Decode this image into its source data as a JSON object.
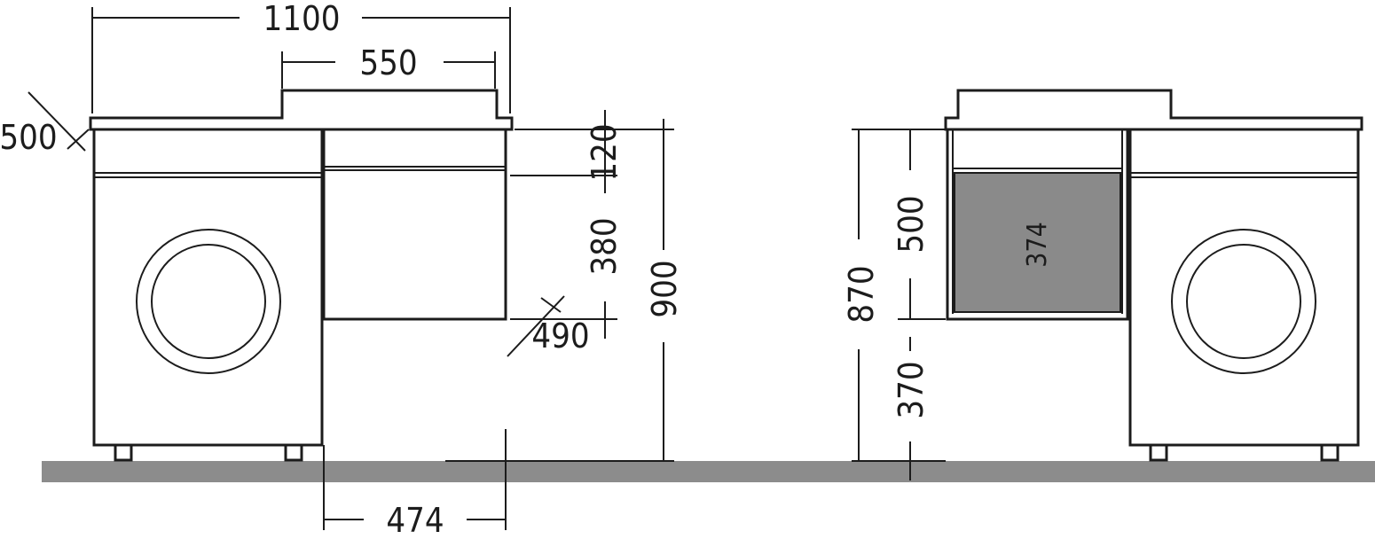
{
  "dimensions": {
    "left": {
      "width_total": "1100",
      "width_top": "550",
      "depth_top": "500",
      "h_drawer": "120",
      "h_cabinet": "380",
      "h_total": "900",
      "depth_cabinet": "490",
      "width_cabinet": "474"
    },
    "right": {
      "h_cabinet": "500",
      "h_to_cabinet_bottom": "870",
      "h_floor_gap": "370",
      "inner_width": "374"
    }
  },
  "colors": {
    "line": "#1c1c1c",
    "floor": "#8c8c8c",
    "panel": "#8a8a8a",
    "background": "#ffffff"
  }
}
